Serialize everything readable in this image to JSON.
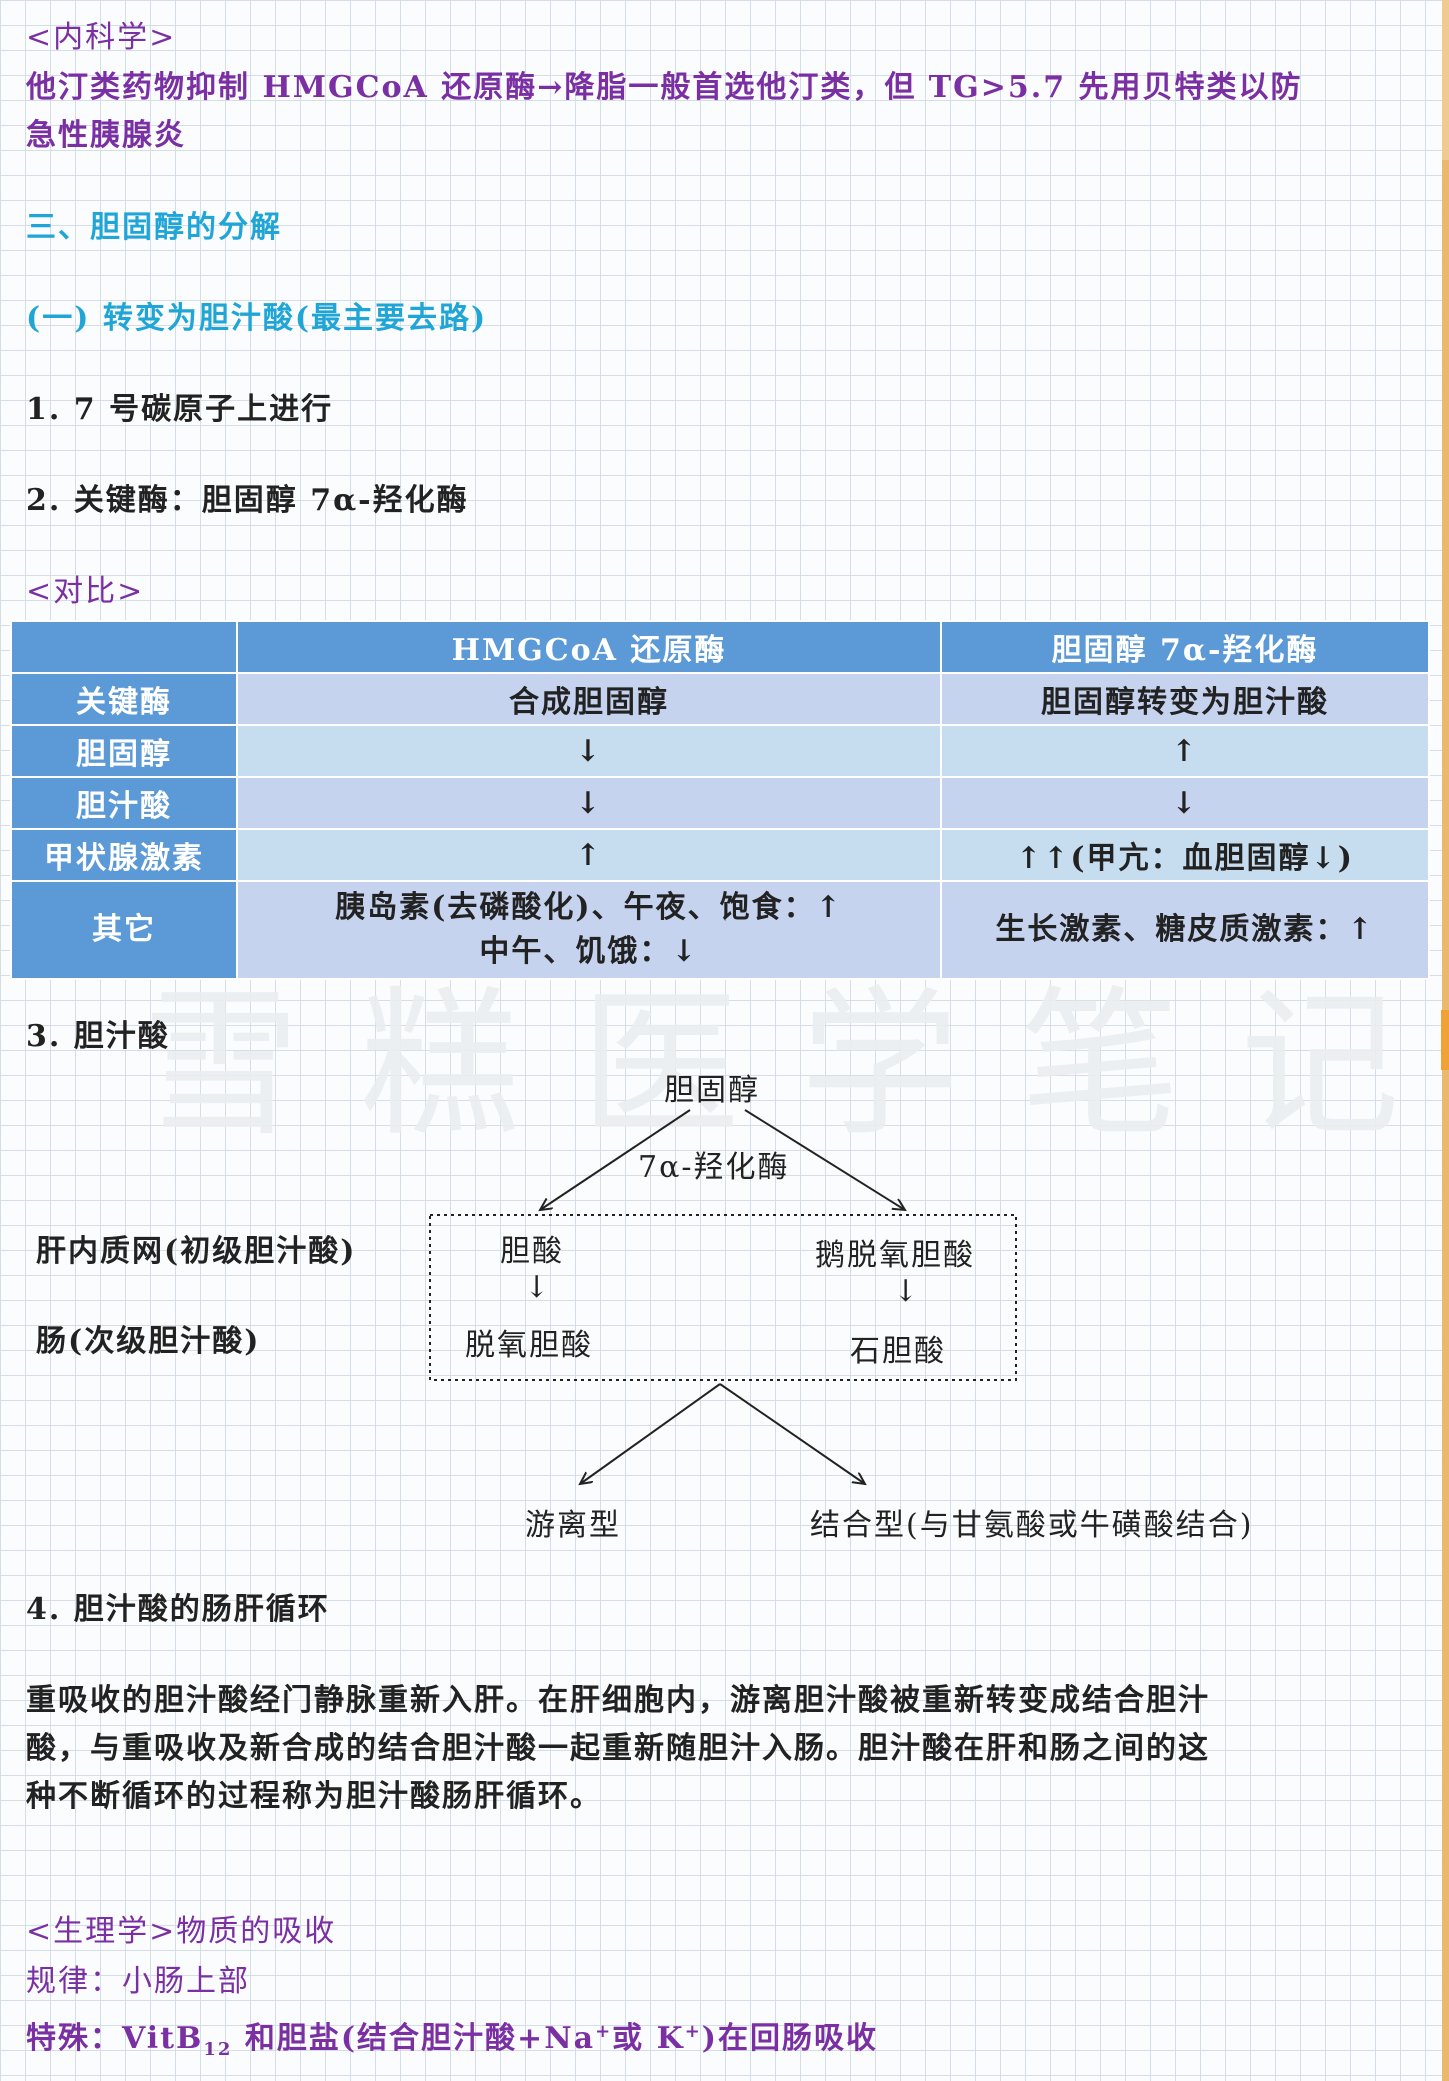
{
  "header": {
    "subject": "<内科学>",
    "statin_line1": "他汀类药物抑制 HMGCoA 还原酶→降脂一般首选他汀类，但 TG>5.7 先用贝特类以防",
    "statin_line2": "急性胰腺炎"
  },
  "section": {
    "title": "三、胆固醇的分解",
    "subtitle": "(一) 转变为胆汁酸(最主要去路)",
    "item1": "1.  7 号碳原子上进行",
    "item2": "2.  关键酶：胆固醇 7α-羟化酶"
  },
  "compare": {
    "label": "<对比>",
    "headers": [
      "",
      "HMGCoA 还原酶",
      "胆固醇 7α-羟化酶"
    ],
    "rows": [
      {
        "name": "关键酶",
        "a": "合成胆固醇",
        "b": "胆固醇转变为胆汁酸"
      },
      {
        "name": "胆固醇",
        "a": "↓",
        "b": "↑"
      },
      {
        "name": "胆汁酸",
        "a": "↓",
        "b": "↓"
      },
      {
        "name": "甲状腺激素",
        "a": "↑",
        "b": "↑↑(甲亢：血胆固醇↓)"
      },
      {
        "name": "其它",
        "a_line1": "胰岛素(去磷酸化)、午夜、饱食：↑",
        "a_line2": "中午、饥饿：↓",
        "b": "生长激素、糖皮质激素：↑"
      }
    ]
  },
  "bile": {
    "item3": "3.  胆汁酸",
    "top": "胆固醇",
    "enzyme": "7α-羟化酶",
    "left_primary": "胆酸",
    "left_secondary": "脱氧胆酸",
    "right_primary": "鹅脱氧胆酸",
    "right_secondary": "石胆酸",
    "down_arrow": "↓",
    "liver_label": "肝内质网(初级胆汁酸)",
    "gut_label": "肠(次级胆汁酸)",
    "free": "游离型",
    "conjugated": "结合型(与甘氨酸或牛磺酸结合)"
  },
  "circulation": {
    "item4": "4.  胆汁酸的肠肝循环",
    "p1": "重吸收的胆汁酸经门静脉重新入肝。在肝细胞内，游离胆汁酸被重新转变成结合胆汁",
    "p2": "酸，与重吸收及新合成的结合胆汁酸一起重新随胆汁入肠。胆汁酸在肝和肠之间的这",
    "p3": "种不断循环的过程称为胆汁酸肠肝循环。"
  },
  "physiology": {
    "title": "<生理学>物质的吸收",
    "rule": "规律：小肠上部",
    "special_prefix": "特殊：VitB",
    "special_sub": "12",
    "special_mid": " 和胆盐(结合胆汁酸+Na",
    "special_sup1": "+",
    "special_mid2": "或 K",
    "special_sup2": "+",
    "special_end": ")在回肠吸收"
  },
  "watermark": "雪糕医学笔记",
  "colors": {
    "purple": "#7a2fa3",
    "cyan": "#20a6d6",
    "red": "#e21d1d",
    "table_header": "#5b9ad6"
  }
}
